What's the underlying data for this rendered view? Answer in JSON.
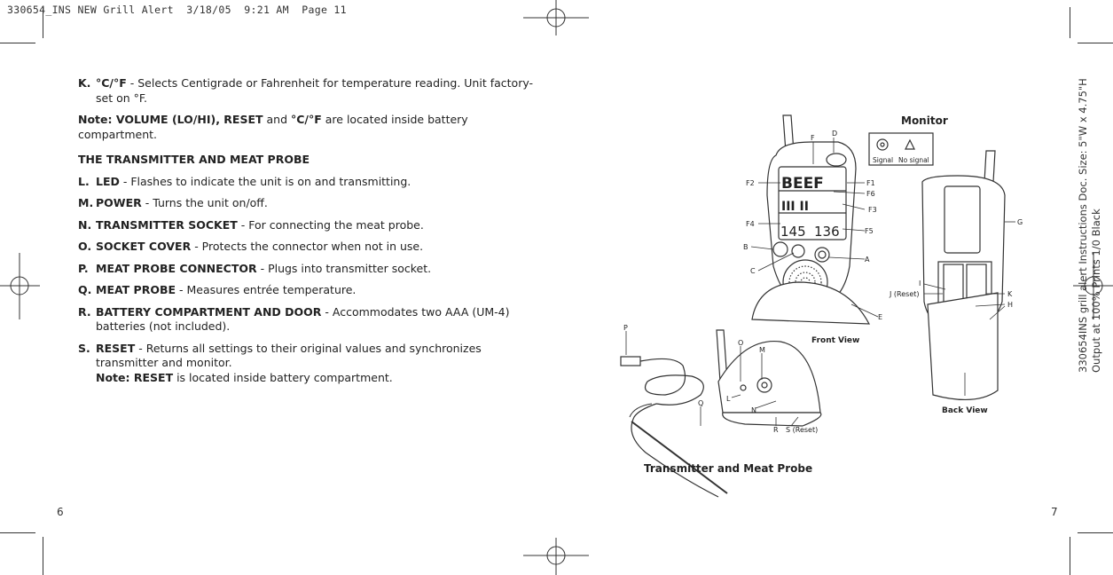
{
  "slug_line": "330654_INS NEW Grill Alert  3/18/05  9:21 AM  Page 11",
  "items_top": [
    {
      "letter": "K.",
      "label": "°C/°F",
      "desc": " - Selects Centigrade or Fahrenheit for temperature reading.  Unit factory-set on °F."
    }
  ],
  "note1": {
    "prefix": "Note:  ",
    "k1": "VOLUME (LO/HI), RESET",
    "mid": " and ",
    "k2": "°C/°F",
    "suffix": " are located inside battery compartment."
  },
  "section_heading": "THE TRANSMITTER AND MEAT PROBE",
  "items": [
    {
      "letter": "L.",
      "label": "LED",
      "desc": " - Flashes to indicate the unit is on and transmitting."
    },
    {
      "letter": "M.",
      "label": "POWER",
      "desc": " - Turns the unit on/off."
    },
    {
      "letter": "N.",
      "label": "TRANSMITTER SOCKET",
      "desc": " - For connecting the meat probe."
    },
    {
      "letter": "O.",
      "label": "SOCKET COVER",
      "desc": " - Protects the connector when not in use."
    },
    {
      "letter": "P.",
      "label": "MEAT PROBE CONNECTOR",
      "desc": " - Plugs into transmitter socket."
    },
    {
      "letter": "Q.",
      "label": "MEAT PROBE",
      "desc": " - Measures entrée temperature."
    },
    {
      "letter": "R.",
      "label": "BATTERY COMPARTMENT AND DOOR",
      "desc": " - Accommodates two AAA (UM-4) batteries (not included)."
    },
    {
      "letter": "S.",
      "label": "RESET",
      "desc": " - Returns all settings to their original values and synchronizes transmitter and monitor."
    }
  ],
  "note2": {
    "prefix": "Note:  ",
    "k": "RESET",
    "suffix": " is located inside battery compartment."
  },
  "page_left": "6",
  "page_right": "7",
  "side_info": {
    "line1": "330654INS grill alert Instructions    Doc. Size: 5\"W x 4.75\"H",
    "line2": "Output at 100% Prints 1/0 Black"
  },
  "diagram": {
    "title_monitor": "Monitor",
    "front_view": "Front View",
    "back_view": "Back View",
    "transmitter_title": "Transmitter and Meat Probe",
    "signal": "Signal",
    "no_signal": "No signal",
    "lcd_beef": "BEEF",
    "lcd_target": "145",
    "lcd_current": "136",
    "labels": {
      "F": "F",
      "D": "D",
      "F1": "F1",
      "F2": "F2",
      "F6": "F6",
      "F3": "F3",
      "F4": "F4",
      "F5": "F5",
      "B": "B",
      "C": "C",
      "A": "A",
      "E": "E",
      "G": "G",
      "I": "I",
      "J": "J (Reset)",
      "K": "K",
      "H": "H",
      "P": "P",
      "O": "O",
      "M": "M",
      "L": "L",
      "N": "N",
      "Q": "Q",
      "R": "R",
      "S": "S (Reset)"
    }
  }
}
